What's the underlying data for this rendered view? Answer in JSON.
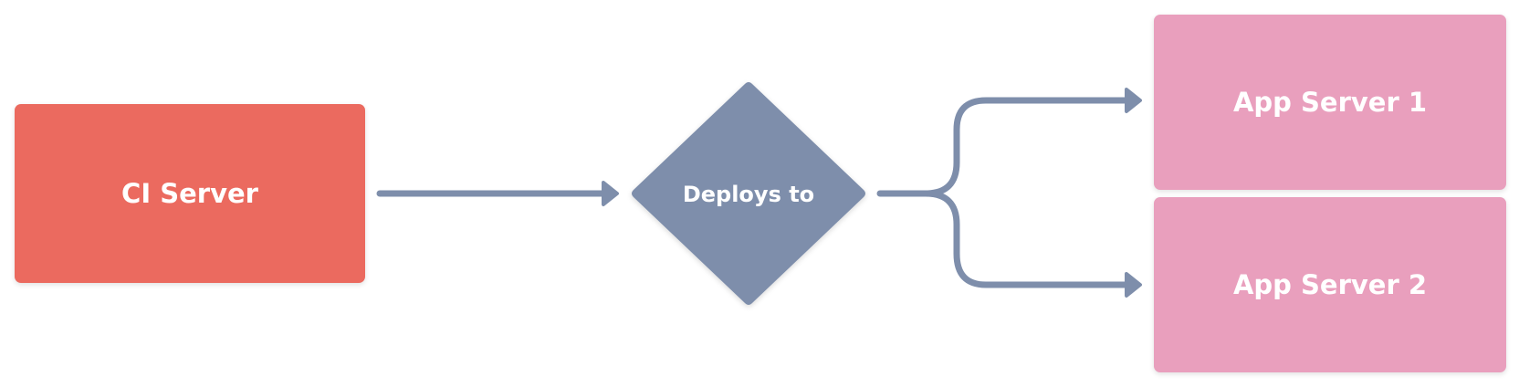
{
  "nodes": {
    "ci_server": {
      "label": "CI Server",
      "color": "#EB6A5F"
    },
    "decision": {
      "label": "Deploys to",
      "color": "#7E8EAB"
    },
    "app_server_1": {
      "label": "App Server 1",
      "color": "#E99FBD"
    },
    "app_server_2": {
      "label": "App Server 2",
      "color": "#E99FBD"
    }
  },
  "edges": [
    {
      "from": "CI Server",
      "to": "Deploys to"
    },
    {
      "from": "Deploys to",
      "to": "App Server 1"
    },
    {
      "from": "Deploys to",
      "to": "App Server 2"
    }
  ],
  "colors": {
    "connector": "#7E8EAB"
  }
}
